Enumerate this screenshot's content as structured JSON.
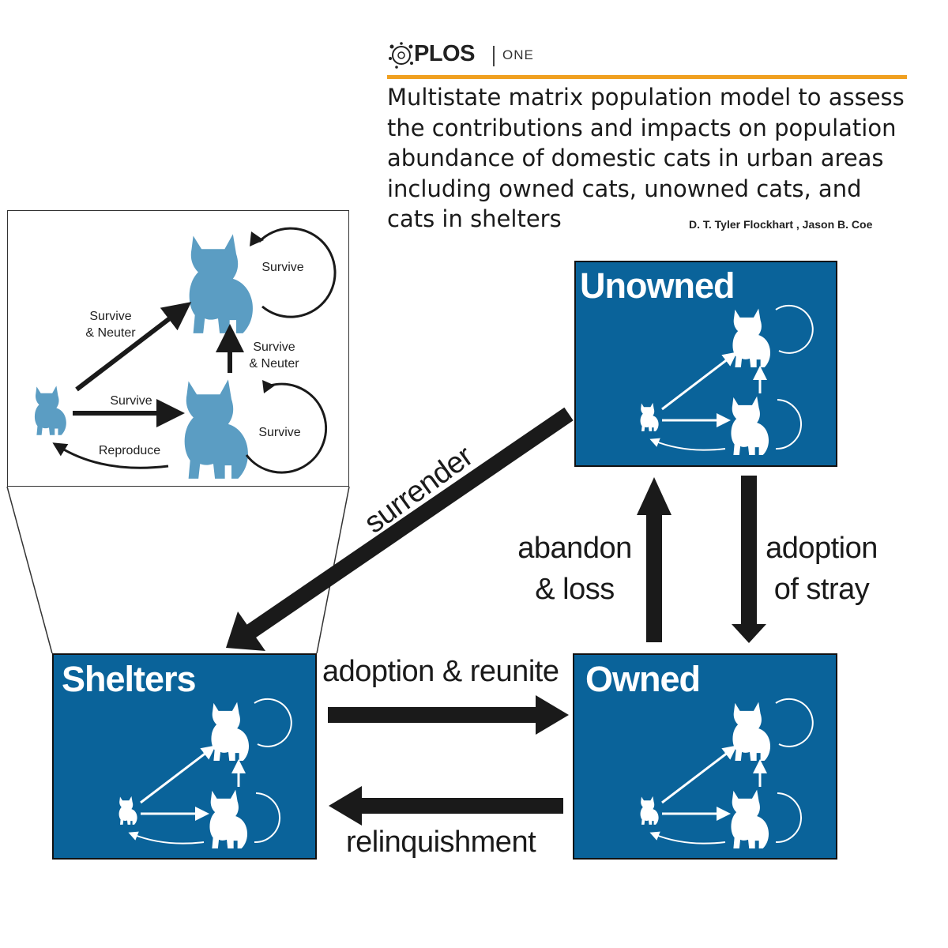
{
  "header": {
    "logo_text": "PLOS",
    "logo_suffix": "ONE",
    "title": "Multistate matrix population model to assess the contributions and impacts on population abundance of domestic cats in urban areas including owned cats, unowned cats, and cats in shelters",
    "authors": "D. T. Tyler Flockhart , Jason B. Coe"
  },
  "inset": {
    "survive_top": "Survive",
    "survive_neuter_diag_1": "Survive",
    "survive_neuter_diag_2": "& Neuter",
    "survive_neuter_up_1": "Survive",
    "survive_neuter_up_2": "& Neuter",
    "survive_mid": "Survive",
    "survive_right": "Survive",
    "reproduce": "Reproduce"
  },
  "states": {
    "unowned": "Unowned",
    "shelters": "Shelters",
    "owned": "Owned"
  },
  "flows": {
    "surrender": "surrender",
    "abandon_1": "abandon",
    "abandon_2": "& loss",
    "adoption_stray_1": "adoption",
    "adoption_stray_2": "of stray",
    "adoption_reunite": "adoption & reunite",
    "relinquishment": "relinquishment"
  },
  "colors": {
    "state_fill": "#0a639a",
    "cat_inset": "#5b9dc3",
    "accent_rule": "#f0a020"
  },
  "icons": [
    "plos-logo-icon",
    "cat-icon",
    "arrow-icon"
  ]
}
